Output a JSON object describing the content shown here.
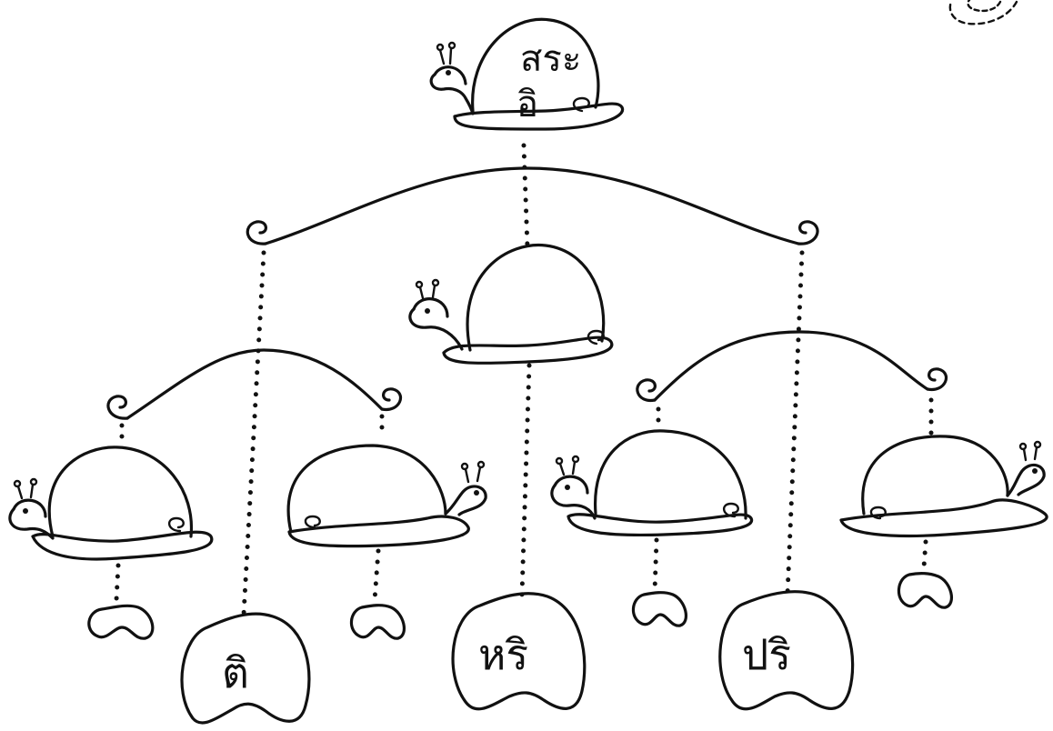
{
  "top_snail": {
    "line1": "สระ",
    "line2": "อิ"
  },
  "words": [
    {
      "id": "ti",
      "text": "ติ"
    },
    {
      "id": "hri",
      "text": "หริ"
    },
    {
      "id": "pri",
      "text": "ปริ"
    }
  ],
  "empty_pods": 4,
  "empty_snails": 5,
  "colors": {
    "ink": "#111111",
    "paper": "#ffffff"
  },
  "style": "hand-drawn hanging mobile of snails"
}
